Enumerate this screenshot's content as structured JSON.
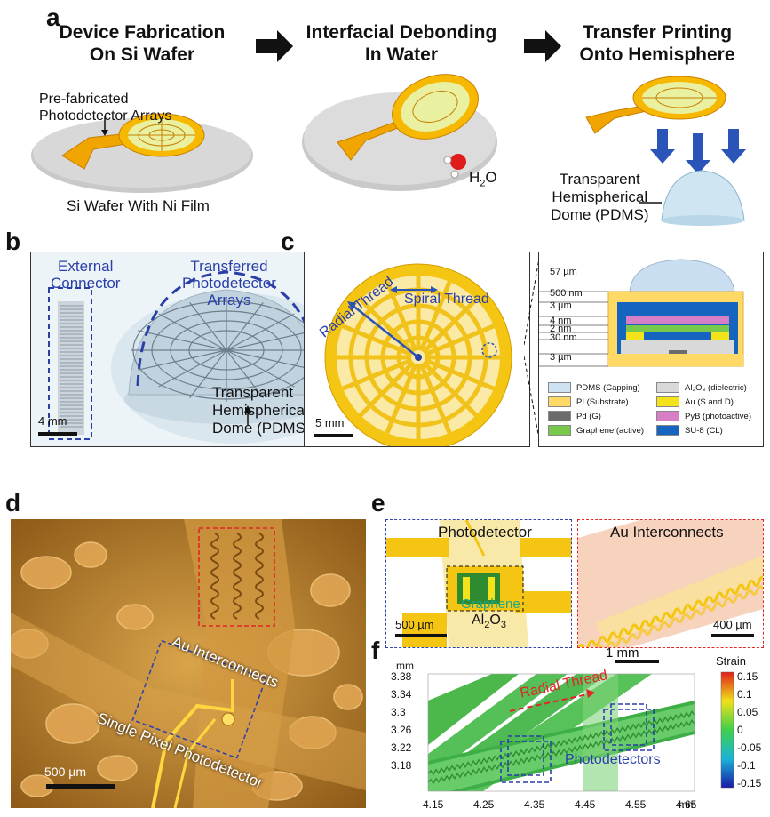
{
  "panels": {
    "a": "a",
    "b": "b",
    "c": "c",
    "d": "d",
    "e": "e",
    "f": "f"
  },
  "a": {
    "step1": [
      "Device Fabrication",
      "On Si Wafer"
    ],
    "step2": [
      "Interfacial Debonding",
      "In Water"
    ],
    "step3": [
      "Transfer Printing",
      "Onto Hemisphere"
    ],
    "prefab": [
      "Pre-fabricated",
      "Photodetector Arrays"
    ],
    "wafer": "Si Wafer With Ni Film",
    "h2o": {
      "h": "H",
      "sub": "2",
      "o": "O"
    },
    "dome": [
      "Transparent",
      "Hemispherical",
      "Dome (PDMS)"
    ]
  },
  "b": {
    "connector": [
      "External",
      "Connector"
    ],
    "arrays": [
      "Transferred",
      "Photodetector",
      "Arrays"
    ],
    "dome": [
      "Transparent",
      "Hemispherical",
      "Dome (PDMS)"
    ],
    "scale": "4 mm"
  },
  "c": {
    "spiral": "Spiral Thread",
    "radial": "Radial Thread",
    "scale": "5 mm",
    "layers": [
      "57 µm",
      "500 nm",
      "3 µm",
      "4 nm",
      "2 nm",
      "30 nm",
      "3 µm"
    ],
    "legend": [
      {
        "label": "PDMS (Capping)",
        "color": "#cfe2f3"
      },
      {
        "label": "Al₂O₃ (dielectric)",
        "color": "#d9d9d9"
      },
      {
        "label": "PI (Substrate)",
        "color": "#ffd966"
      },
      {
        "label": "Au (S and D)",
        "color": "#f4e31a"
      },
      {
        "label": "Pd (G)",
        "color": "#6b6b6b"
      },
      {
        "label": "PyB (photoactive)",
        "color": "#d67fc7"
      },
      {
        "label": "Graphene (active)",
        "color": "#77c84b"
      },
      {
        "label": "SU-8 (CL)",
        "color": "#1565c0"
      }
    ]
  },
  "d": {
    "interconnects": "Au Interconnects",
    "pixel": "Single Pixel Photodetector",
    "scale": "500 µm"
  },
  "e": {
    "photodetector": "Photodetector",
    "graphene": "Graphene",
    "al2o3": {
      "base": "Al",
      "sub1": "2",
      "mid": "O",
      "sub2": "3"
    },
    "scale1": "500 µm",
    "interconnects": "Au Interconnects",
    "scale2": "400 µm"
  },
  "f": {
    "scale": "1 mm",
    "radial": "Radial Thread",
    "photodetectors": "Photodetectors",
    "y_unit": "mm",
    "x_unit": "mm",
    "y_ticks": [
      "3.38",
      "3.34",
      "3.3",
      "3.26",
      "3.22",
      "3.18"
    ],
    "x_ticks": [
      "4.15",
      "4.25",
      "4.35",
      "4.45",
      "4.55",
      "4.65"
    ],
    "colorbar_title": "Strain",
    "colorbar_ticks": [
      "0.15",
      "0.1",
      "0.05",
      "0",
      "-0.05",
      "-0.1",
      "-0.15"
    ]
  }
}
